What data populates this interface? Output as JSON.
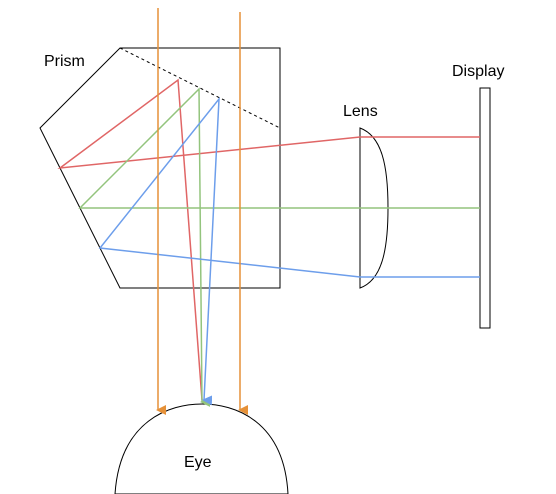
{
  "labels": {
    "prism": "Prism",
    "lens": "Lens",
    "display": "Display",
    "eye": "Eye"
  },
  "colors": {
    "red": "#e06666",
    "green": "#93c47d",
    "blue": "#6d9eeb",
    "orange": "#e69138",
    "outline": "#000000"
  },
  "rays": [
    "red",
    "green",
    "blue"
  ],
  "external_light_arrows": 2
}
